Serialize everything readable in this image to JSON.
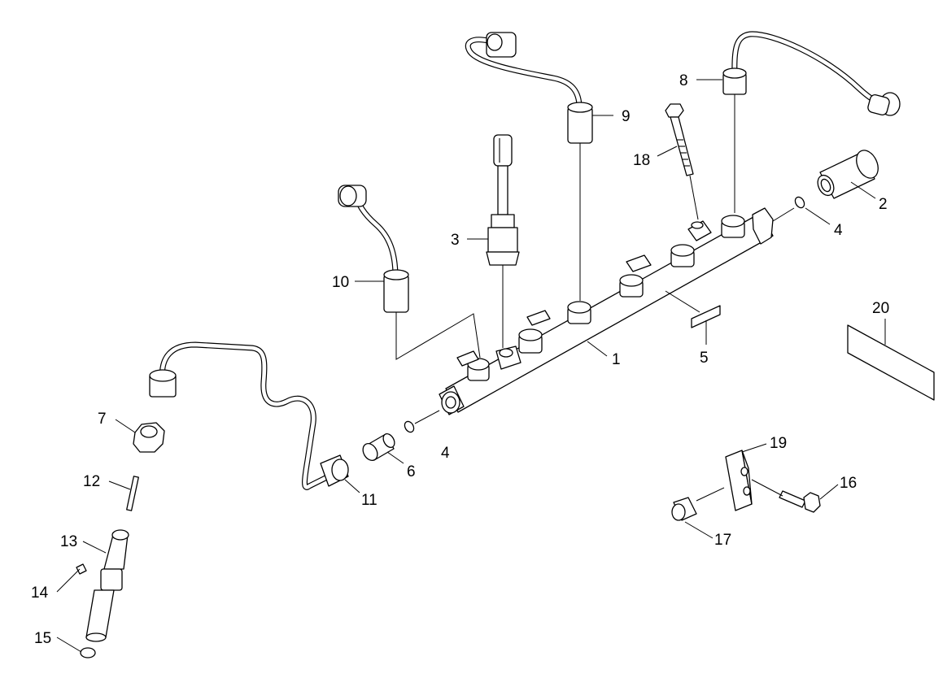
{
  "diagram": {
    "callouts": [
      {
        "id": "c1",
        "label": "1"
      },
      {
        "id": "c2",
        "label": "2"
      },
      {
        "id": "c3",
        "label": "3"
      },
      {
        "id": "c4a",
        "label": "4"
      },
      {
        "id": "c4b",
        "label": "4"
      },
      {
        "id": "c5",
        "label": "5"
      },
      {
        "id": "c6",
        "label": "6"
      },
      {
        "id": "c7",
        "label": "7"
      },
      {
        "id": "c8",
        "label": "8"
      },
      {
        "id": "c9",
        "label": "9"
      },
      {
        "id": "c10",
        "label": "10"
      },
      {
        "id": "c11",
        "label": "11"
      },
      {
        "id": "c12",
        "label": "12"
      },
      {
        "id": "c13",
        "label": "13"
      },
      {
        "id": "c14",
        "label": "14"
      },
      {
        "id": "c15",
        "label": "15"
      },
      {
        "id": "c16",
        "label": "16"
      },
      {
        "id": "c17",
        "label": "17"
      },
      {
        "id": "c18",
        "label": "18"
      },
      {
        "id": "c19",
        "label": "19"
      },
      {
        "id": "c20",
        "label": "20"
      }
    ]
  }
}
